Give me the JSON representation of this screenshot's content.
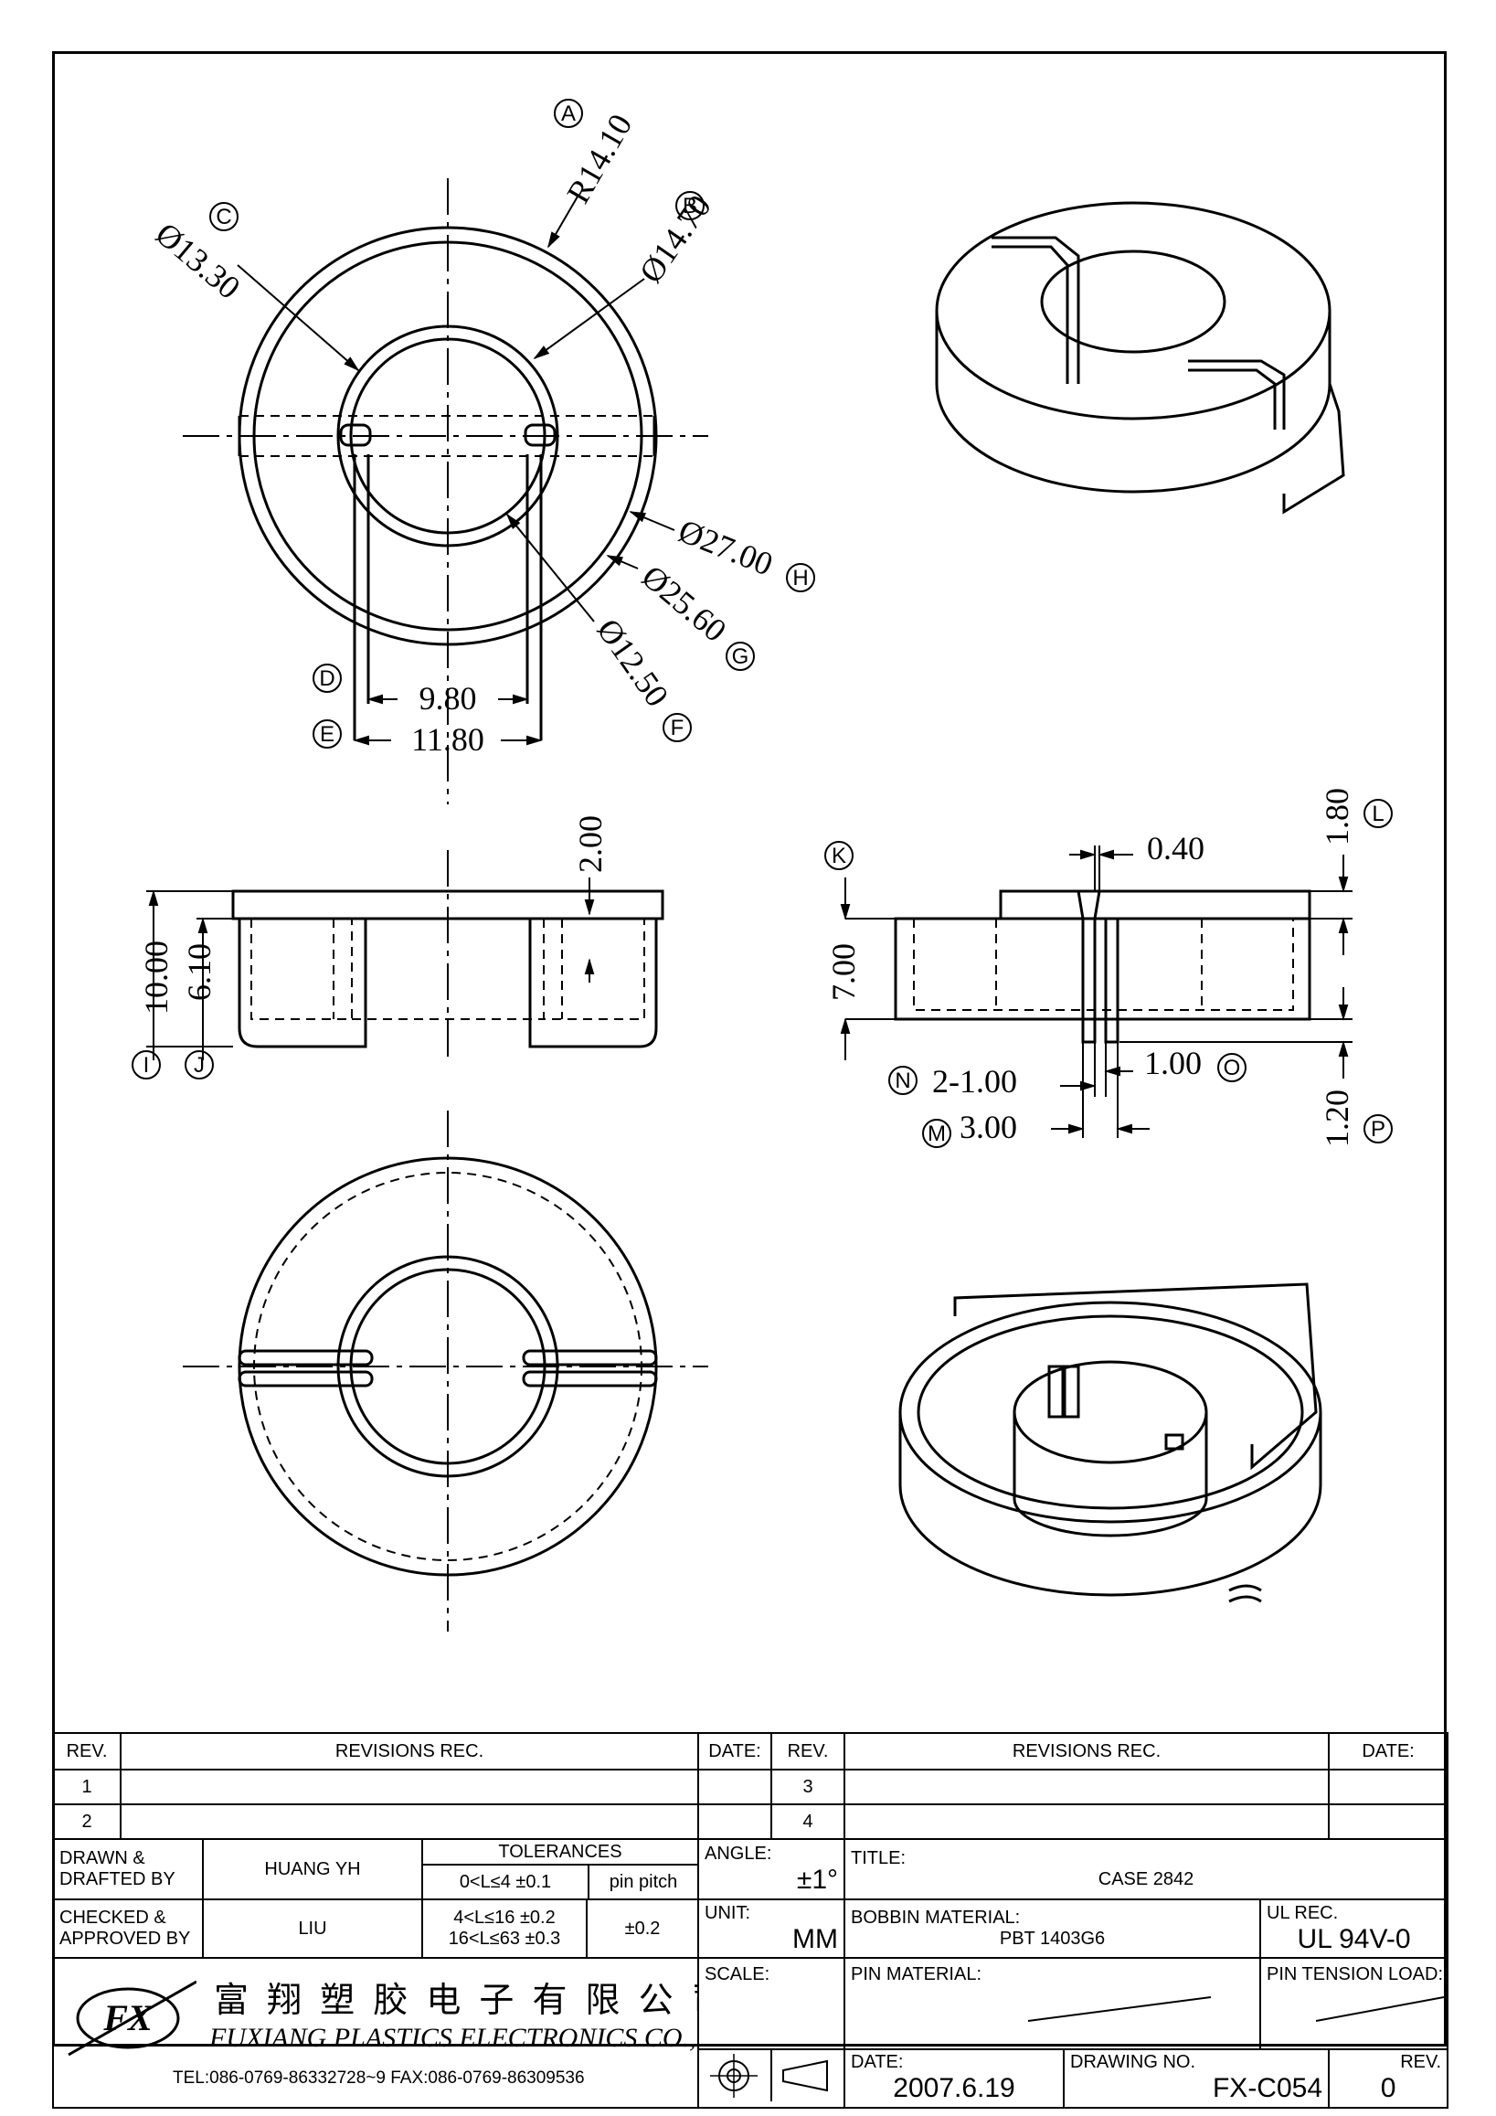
{
  "drawing": {
    "top_view": {
      "dims": {
        "R14_10": "R14.10",
        "D14_70": "Ø14.70",
        "D13_30": "Ø13.30",
        "D27_00": "Ø27.00",
        "D25_60": "Ø25.60",
        "D12_50": "Ø12.50",
        "W9_80": "9.80",
        "W11_80": "11.80"
      },
      "markers": {
        "A": "A",
        "B": "B",
        "C": "C",
        "D": "D",
        "E": "E",
        "F": "F",
        "G": "G",
        "H": "H"
      }
    },
    "front_view": {
      "dims": {
        "H10_00": "10.00",
        "H6_10": "6.10",
        "H2_00": "2.00"
      },
      "markers": {
        "I": "I",
        "J": "J"
      }
    },
    "side_view": {
      "dims": {
        "T0_40": "0.40",
        "H1_80": "1.80",
        "H7_00": "7.00",
        "T1_00": "1.00",
        "N2_1_00": "2-1.00",
        "M3_00": "3.00",
        "H1_20": "1.20"
      },
      "markers": {
        "K": "K",
        "L": "L",
        "M": "M",
        "N": "N",
        "O": "O",
        "P": "P"
      }
    }
  },
  "title_block": {
    "revisions": {
      "rev_label": "REV.",
      "rev_rec_label": "REVISIONS   REC.",
      "date_label": "DATE:",
      "rows_left": [
        "1",
        "2"
      ],
      "rows_right": [
        "3",
        "4"
      ]
    },
    "drawn_label": "DRAWN  &",
    "drafted_label": "DRAFTED BY",
    "drawn_by": "HUANG YH",
    "checked_label": "CHECKED  &",
    "approved_label": "APPROVED BY",
    "approved_by": "LIU",
    "tolerances_label": "TOLERANCES",
    "tol_rows": [
      "0<L≤4    ±0.1",
      "4<L≤16  ±0.2",
      "16<L≤63  ±0.3"
    ],
    "pin_pitch_label": "pin  pitch",
    "pin_pitch_value": "±0.2",
    "angle_label": "ANGLE:",
    "angle_value": "±1°",
    "unit_label": "UNIT:",
    "unit_value": "MM",
    "scale_label": "SCALE:",
    "title_label": "TITLE:",
    "title_value": "CASE  2842",
    "bobbin_material_label": "BOBBIN  MATERIAL:",
    "bobbin_material_value": "PBT  1403G6",
    "ul_rec_label": "UL  REC.",
    "ul_rec_value": "UL  94V-0",
    "pin_material_label": "PIN  MATERIAL:",
    "pin_tension_label": "PIN  TENSION  LOAD:",
    "date_label2": "DATE:",
    "date_value": "2007.6.19",
    "drawing_no_label": "DRAWING  NO.",
    "drawing_no_value": "FX-C054",
    "rev_label2": "REV.",
    "rev_value": "0",
    "company_cn": "富 翔 塑 胶 电 子 有 限 公 司",
    "company_en": "FUXIANG  PLASTICS  ELECTRONICS  CO.,LTD.",
    "company_tel": "TEL:086-0769-86332728~9  FAX:086-0769-86309536",
    "logo_text": "FX"
  }
}
